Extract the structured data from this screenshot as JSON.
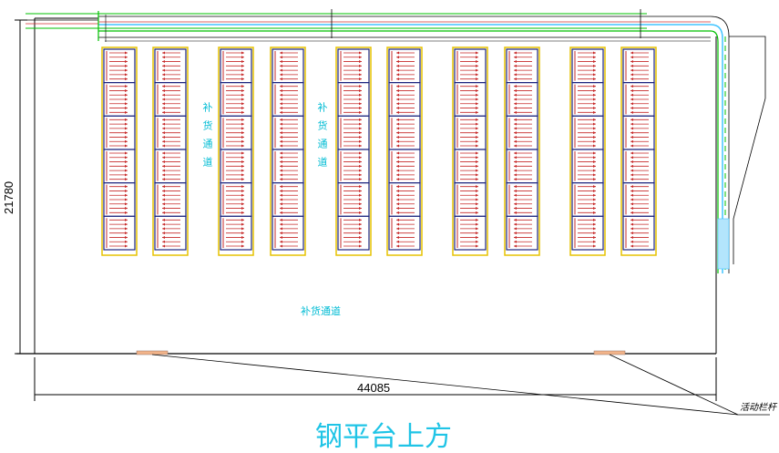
{
  "title": "钢平台上方",
  "dimensions": {
    "width_label": "44085",
    "height_label": "21780"
  },
  "aisles": {
    "vertical_label": "补货通道",
    "horizontal_label": "补货通道"
  },
  "rail_label": "活动栏杆",
  "rack_rows": 10,
  "bays_per_row": 6,
  "colors": {
    "outline": "#000000",
    "rack_border": "#e6c200",
    "bay_border": "#1a237e",
    "arrow": "#c62828",
    "conveyor": "#00c000",
    "accent": "#1fc4e6",
    "pad": "#f2b48a"
  }
}
